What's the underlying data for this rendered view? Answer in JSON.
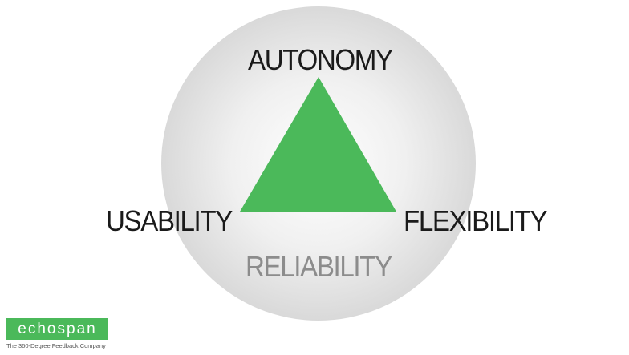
{
  "diagram": {
    "labels": {
      "top": "AUTONOMY",
      "left": "USABILITY",
      "right": "FLEXIBILITY",
      "bottom": "RELIABILITY"
    }
  },
  "logo": {
    "name": "echospan",
    "tagline": "The 360-Degree Feedback Company"
  },
  "colors": {
    "background": "#ffffff",
    "circle_edge": "#d9d9d9",
    "circle_center": "#ffffff",
    "triangle": "#4bb95a",
    "label_dark": "#1a1a1a",
    "label_muted": "#8c8c8c",
    "logo_bg": "#4bb95a",
    "logo_text": "#ffffff"
  }
}
